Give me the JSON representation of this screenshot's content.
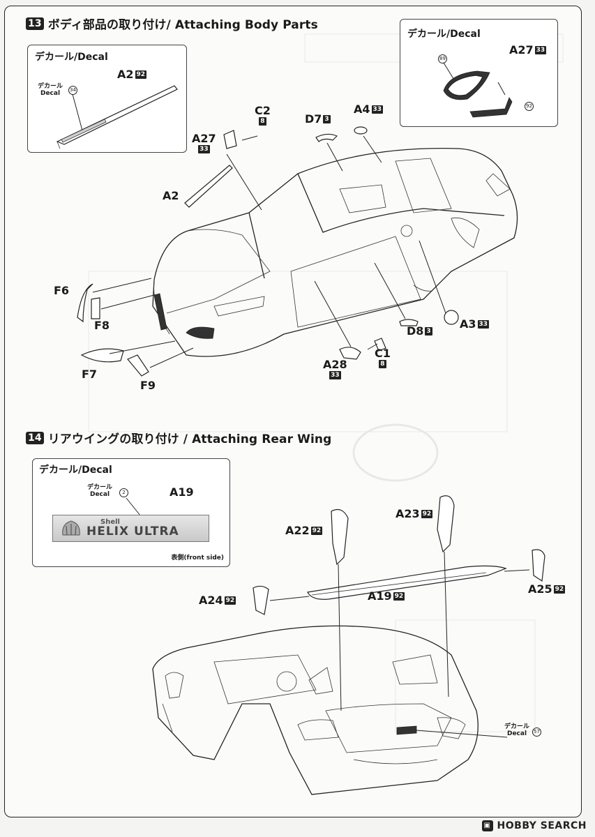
{
  "step13": {
    "number": "13",
    "title": "ボディ部品の取り付け/ Attaching Body Parts",
    "decal_box_left": {
      "title": "デカール/Decal",
      "part": "A2",
      "part_code": "92",
      "note_line1": "デカール",
      "note_line2": "Decal",
      "note_num": "34"
    },
    "decal_box_right": {
      "title": "デカール/Decal",
      "part": "A27",
      "part_code": "33",
      "num_a": "89",
      "num_b": "92"
    },
    "labels": {
      "c2": "C2",
      "c2_code": "8",
      "d7": "D7",
      "d7_code": "3",
      "a4": "A4",
      "a4_code": "33",
      "a27": "A27",
      "a27_code": "33",
      "a2": "A2",
      "f6": "F6",
      "f8": "F8",
      "f7": "F7",
      "f9": "F9",
      "d8": "D8",
      "d8_code": "3",
      "a3": "A3",
      "a3_code": "33",
      "c1": "C1",
      "c1_code": "8",
      "a28": "A28",
      "a28_code": "33"
    }
  },
  "step14": {
    "number": "14",
    "title": "リアウイングの取り付け / Attaching Rear Wing",
    "decal_box": {
      "title": "デカール/Decal",
      "note_line1": "デカール",
      "note_line2": "Decal",
      "note_num": "2",
      "part": "A19",
      "shell": "Shell",
      "helix": "HELIX ULTRA",
      "side": "表側(front side)"
    },
    "labels": {
      "a22": "A22",
      "a22_code": "92",
      "a23": "A23",
      "a23_code": "92",
      "a24": "A24",
      "a24_code": "92",
      "a19": "A19",
      "a19_code": "92",
      "a25": "A25",
      "a25_code": "92"
    },
    "rear_decal": {
      "line1": "デカール",
      "line2": "Decal",
      "num": "57"
    }
  },
  "footer": {
    "brand": "HOBBY SEARCH",
    "icon": "hobby-search-logo-icon"
  }
}
